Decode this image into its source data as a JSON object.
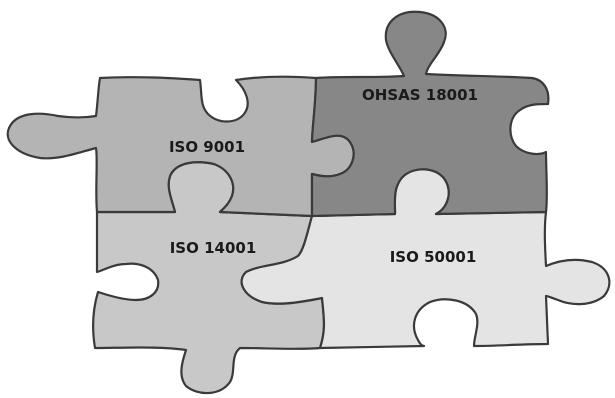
{
  "pieces": [
    {
      "key": "iso9001",
      "label": "ISO 9001",
      "color": "#b4b4b4"
    },
    {
      "key": "ohsas",
      "label": "OHSAS 18001",
      "color": "#878787"
    },
    {
      "key": "iso14001",
      "label": "ISO 14001",
      "color": "#c8c8c8"
    },
    {
      "key": "iso50001",
      "label": "ISO 50001",
      "color": "#e4e4e4"
    }
  ]
}
